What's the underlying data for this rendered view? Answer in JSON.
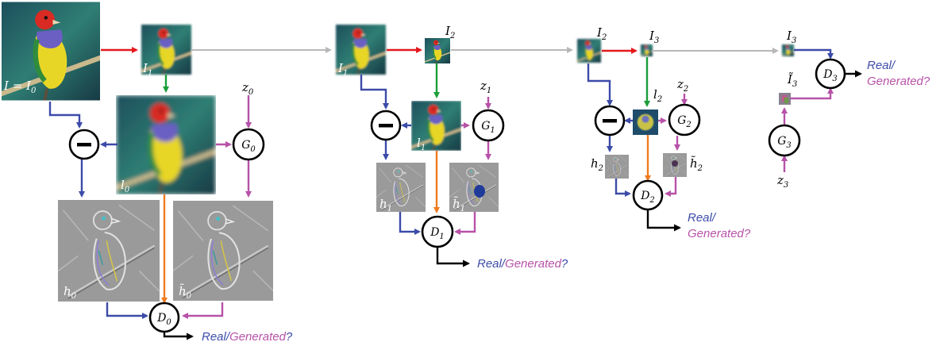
{
  "colors": {
    "downsample": "#e4191c",
    "upsample": "#1a9e3a",
    "passthrough": "#b8b8b8",
    "real": "#3c4ba8",
    "generated": "#b752a8",
    "lowpass": "#f07c1e",
    "output": "#000000"
  },
  "labels": {
    "I_eq_I0": {
      "base": "I = I",
      "sub": "0"
    },
    "I1_a": {
      "base": "I",
      "sub": "1"
    },
    "I1_b": {
      "base": "I",
      "sub": "1"
    },
    "I2_a": {
      "base": "I",
      "sub": "2"
    },
    "I2_b": {
      "base": "I",
      "sub": "2"
    },
    "I3_a": {
      "base": "I",
      "sub": "3"
    },
    "I3_b": {
      "base": "I",
      "sub": "3"
    },
    "I3_tilde": {
      "base": "Ĩ",
      "sub": "3"
    },
    "l0": {
      "base": "l",
      "sub": "0"
    },
    "l1": {
      "base": "l",
      "sub": "1"
    },
    "l2": {
      "base": "l",
      "sub": "2"
    },
    "h0": {
      "base": "h",
      "sub": "0"
    },
    "h0_tilde": {
      "base": "h̃",
      "sub": "0"
    },
    "h1": {
      "base": "h",
      "sub": "1"
    },
    "h1_tilde": {
      "base": "h̃",
      "sub": "1"
    },
    "h2": {
      "base": "h",
      "sub": "2"
    },
    "h2_tilde": {
      "base": "h̃",
      "sub": "2"
    },
    "z0": {
      "base": "z",
      "sub": "0"
    },
    "z1": {
      "base": "z",
      "sub": "1"
    },
    "z2": {
      "base": "z",
      "sub": "2"
    },
    "z3": {
      "base": "z",
      "sub": "3"
    },
    "G0": {
      "base": "G",
      "sub": "0"
    },
    "G1": {
      "base": "G",
      "sub": "1"
    },
    "G2": {
      "base": "G",
      "sub": "2"
    },
    "G3": {
      "base": "G",
      "sub": "3"
    },
    "D0": {
      "base": "D",
      "sub": "0"
    },
    "D1": {
      "base": "D",
      "sub": "1"
    },
    "D2": {
      "base": "D",
      "sub": "2"
    },
    "D3": {
      "base": "D",
      "sub": "3"
    },
    "minus": "−"
  },
  "verdict": {
    "real": "Real",
    "slash": "/",
    "generated": "Generated",
    "question": "?"
  },
  "icons": {
    "bird_image": "bird-photo-icon",
    "edge_image": "high-pass-edge-icon",
    "subtract": "minus-circle-icon"
  }
}
